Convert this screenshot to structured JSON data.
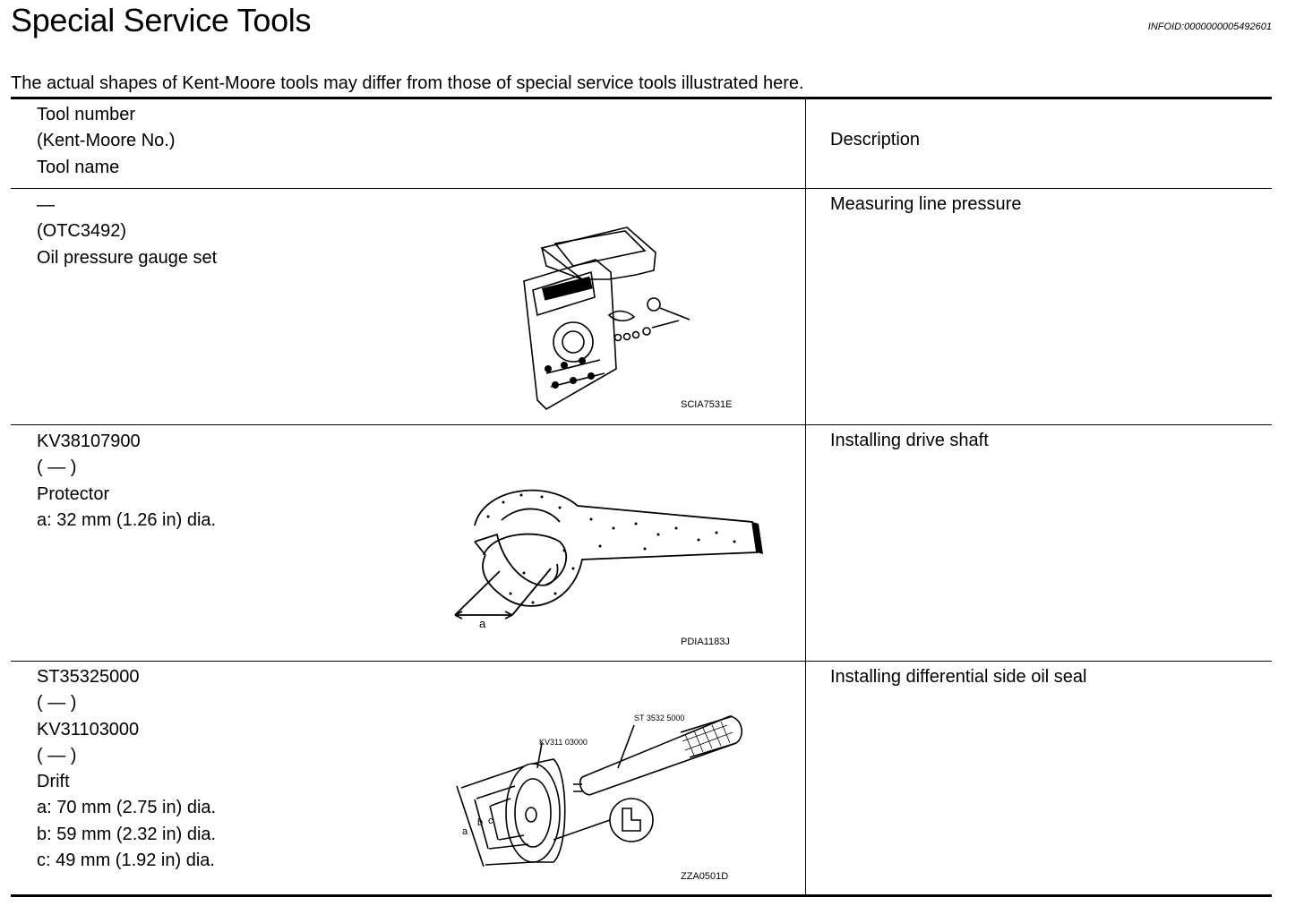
{
  "header": {
    "title": "Special Service Tools",
    "info_id": "INFOID:0000000005492601",
    "note": "The actual shapes of Kent-Moore tools may differ from those of special service tools illustrated here."
  },
  "table": {
    "columns": {
      "tool_lines": [
        "Tool number",
        "(Kent-Moore No.)",
        "Tool name"
      ],
      "description": "Description"
    },
    "rows": [
      {
        "tool_lines": [
          "—",
          "(OTC3492)",
          "Oil pressure gauge set"
        ],
        "figure_code": "SCIA7531E",
        "description": "Measuring line pressure"
      },
      {
        "tool_lines": [
          "KV38107900",
          "( — )",
          "Protector",
          "a: 32 mm (1.26 in) dia."
        ],
        "figure_code": "PDIA1183J",
        "figure_labels": {
          "a": "a"
        },
        "description": "Installing drive shaft"
      },
      {
        "tool_lines": [
          "ST35325000",
          "( — )",
          "KV31103000",
          "( — )",
          "Drift",
          "a: 70 mm (2.75 in) dia.",
          "b: 59 mm (2.32 in) dia.",
          "c: 49 mm (1.92 in) dia."
        ],
        "figure_code": "ZZA0501D",
        "figure_labels": {
          "st": "ST 3532 5000",
          "kv": "KV311 03000",
          "a": "a",
          "b": "b",
          "c": "c"
        },
        "description": "Installing differential side oil seal"
      }
    ]
  }
}
